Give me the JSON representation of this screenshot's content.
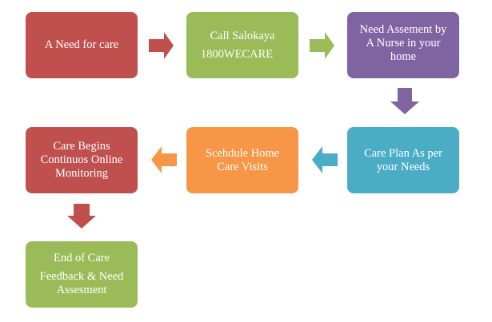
{
  "colors": {
    "red": "#C0504D",
    "green": "#9BBB59",
    "purple": "#8064A2",
    "teal": "#4BACC6",
    "orange": "#F79646"
  },
  "steps": [
    {
      "lines": [
        "A Need for care"
      ]
    },
    {
      "lines": [
        "Call Salokaya",
        "1800WECARE"
      ]
    },
    {
      "lines": [
        "Need Assement by",
        "A Nurse in your",
        "home"
      ]
    },
    {
      "lines": [
        "Care Plan As per",
        "your Needs"
      ]
    },
    {
      "lines": [
        "Scehdule Home",
        "Care Visits"
      ]
    },
    {
      "lines": [
        "Care Begins",
        "Continuos Online",
        "Monitoring"
      ]
    },
    {
      "lines": [
        "End of Care",
        "Feedback & Need",
        "Assesment"
      ]
    }
  ]
}
